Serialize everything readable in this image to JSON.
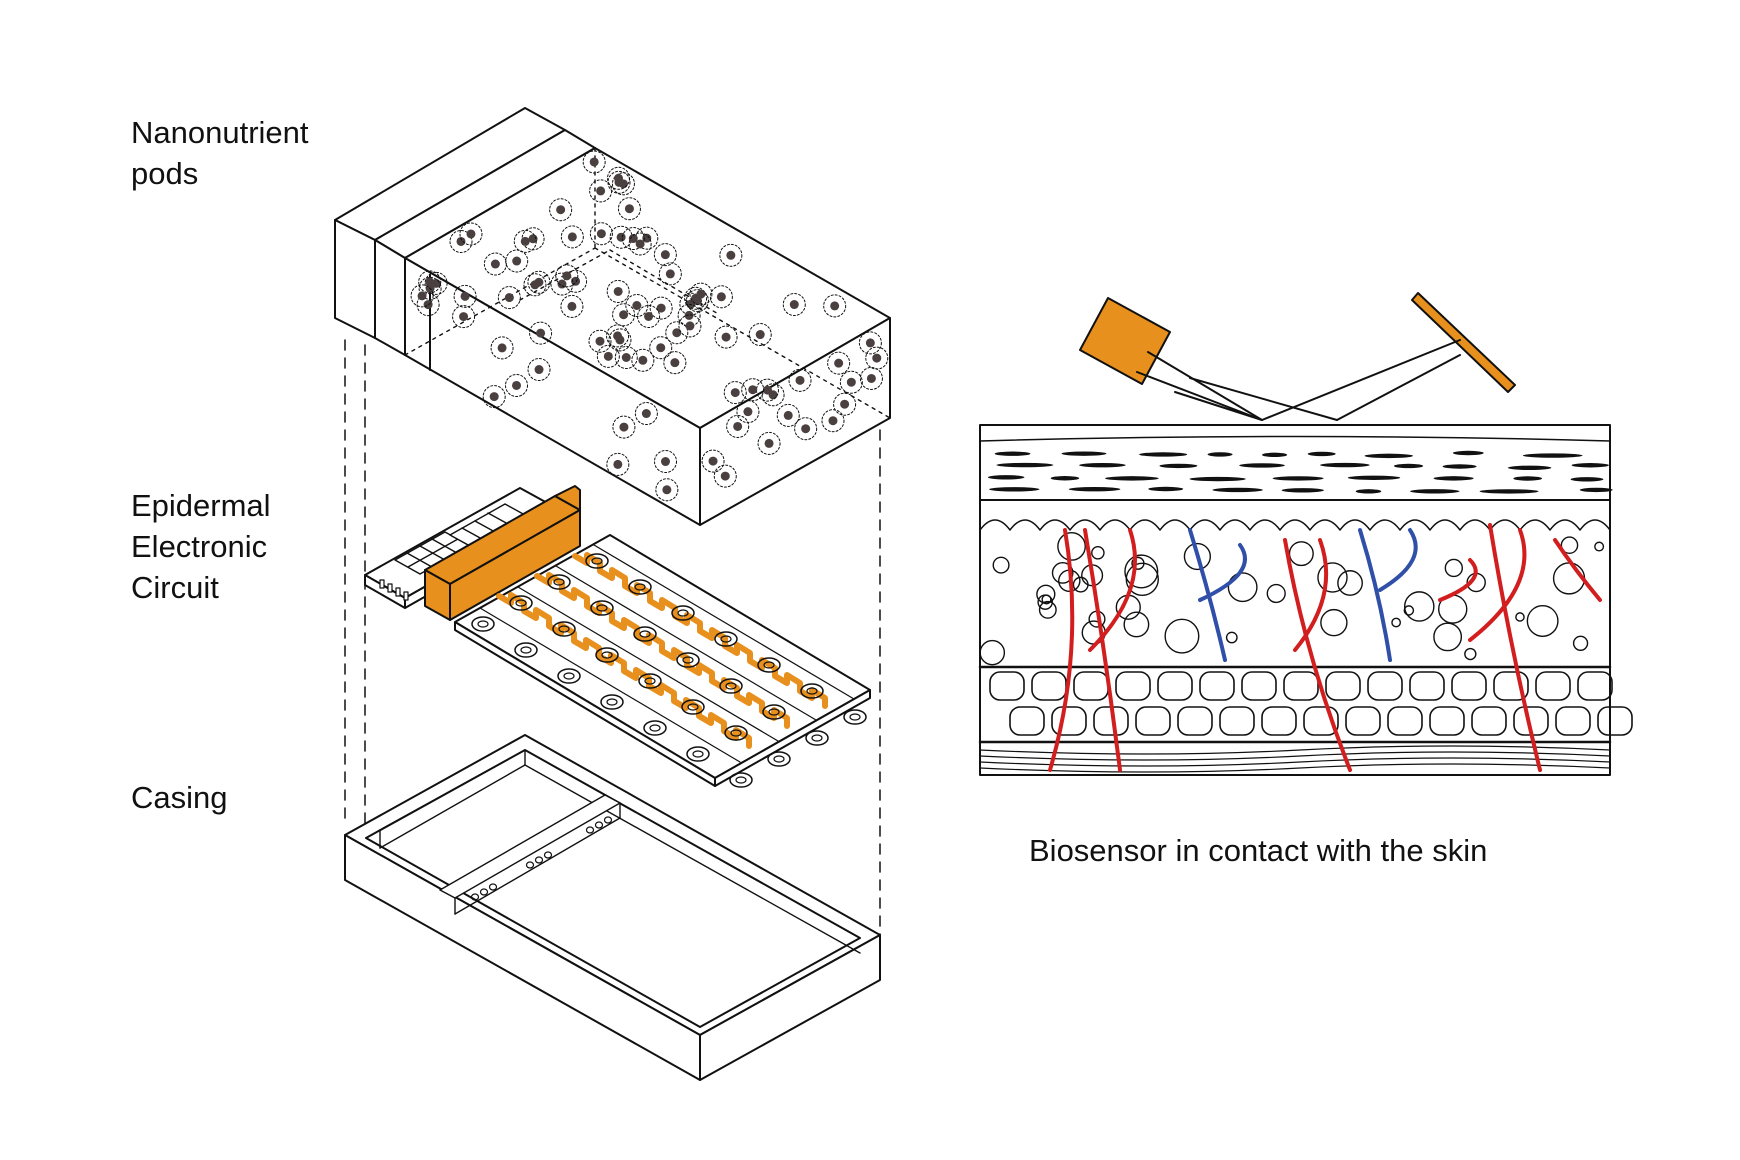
{
  "labels": {
    "pods": [
      "Nanonutrient",
      "pods"
    ],
    "circuit": [
      "Epidermal",
      "Electronic",
      "Circuit"
    ],
    "casing": [
      "Casing"
    ],
    "biosensor": "Biosensor in contact with the skin"
  },
  "colors": {
    "line": "#111111",
    "accent_orange": "#E8901E",
    "vessel_red": "#D21E1E",
    "vessel_blue": "#2F4FA8",
    "particle": "#4a4040"
  }
}
